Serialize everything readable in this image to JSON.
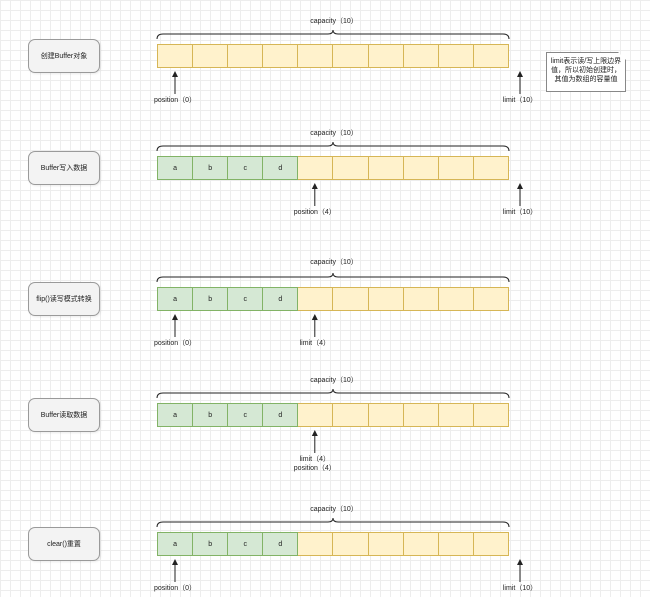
{
  "diagram": {
    "rows": [
      {
        "label": "创建Buffer对象",
        "capacity": "capacity（10）",
        "cells": [
          "",
          "",
          "",
          "",
          "",
          "",
          "",
          "",
          "",
          ""
        ],
        "filled": 0,
        "pointers": [
          {
            "text": "position（0）",
            "at": 0
          },
          {
            "text": "limit（10）",
            "at": 10
          }
        ]
      },
      {
        "label": "Buffer写入数据",
        "capacity": "capacity（10）",
        "cells": [
          "a",
          "b",
          "c",
          "d",
          "",
          "",
          "",
          "",
          "",
          ""
        ],
        "filled": 4,
        "pointers": [
          {
            "text": "position（4）",
            "at": 4
          },
          {
            "text": "limit（10）",
            "at": 10
          }
        ]
      },
      {
        "label": "flip()读写模式转换",
        "capacity": "capacity（10）",
        "cells": [
          "a",
          "b",
          "c",
          "d",
          "",
          "",
          "",
          "",
          "",
          ""
        ],
        "filled": 4,
        "pointers": [
          {
            "text": "position（0）",
            "at": 0
          },
          {
            "text": "limit（4）",
            "at": 4
          }
        ]
      },
      {
        "label": "Buffer读取数据",
        "capacity": "capacity（10）",
        "cells": [
          "a",
          "b",
          "c",
          "d",
          "",
          "",
          "",
          "",
          "",
          ""
        ],
        "filled": 4,
        "pointers": [
          {
            "text": "limit（4）\nposition（4）",
            "at": 4
          }
        ]
      },
      {
        "label": "clear()重置",
        "capacity": "capacity（10）",
        "cells": [
          "a",
          "b",
          "c",
          "d",
          "",
          "",
          "",
          "",
          "",
          ""
        ],
        "filled": 4,
        "pointers": [
          {
            "text": "position（0）",
            "at": 0
          },
          {
            "text": "limit（10）",
            "at": 10
          }
        ]
      }
    ],
    "note": "limit表示读/写上限边界值，所以初始创建时，其值为数组的容量值",
    "colors": {
      "empty_fill": "#fff2cc",
      "empty_border": "#d6b656",
      "filled_fill": "#d5e8d4",
      "filled_border": "#82b366"
    }
  }
}
